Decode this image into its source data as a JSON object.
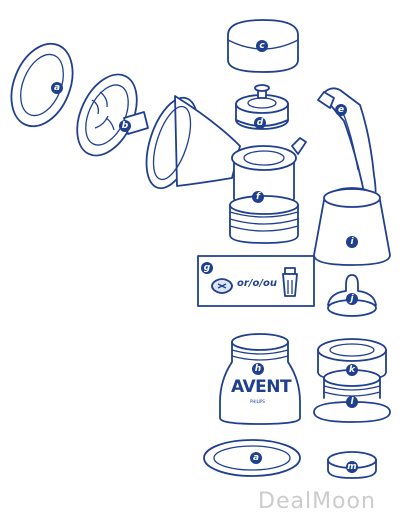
{
  "parts": {
    "a": "a",
    "b": "b",
    "c": "c",
    "d": "d",
    "e": "e",
    "f": "f",
    "g": "g",
    "h": "h",
    "i": "i",
    "j": "j",
    "k": "k",
    "l": "l",
    "m": "m"
  },
  "alternative_text": "or/o/ou",
  "bottle": {
    "brand": "AVENT",
    "sub": "PHILIPS"
  },
  "watermark": "DealMoon",
  "colors": {
    "line": "#1f3f8f",
    "tint": "#dbe7f5"
  }
}
